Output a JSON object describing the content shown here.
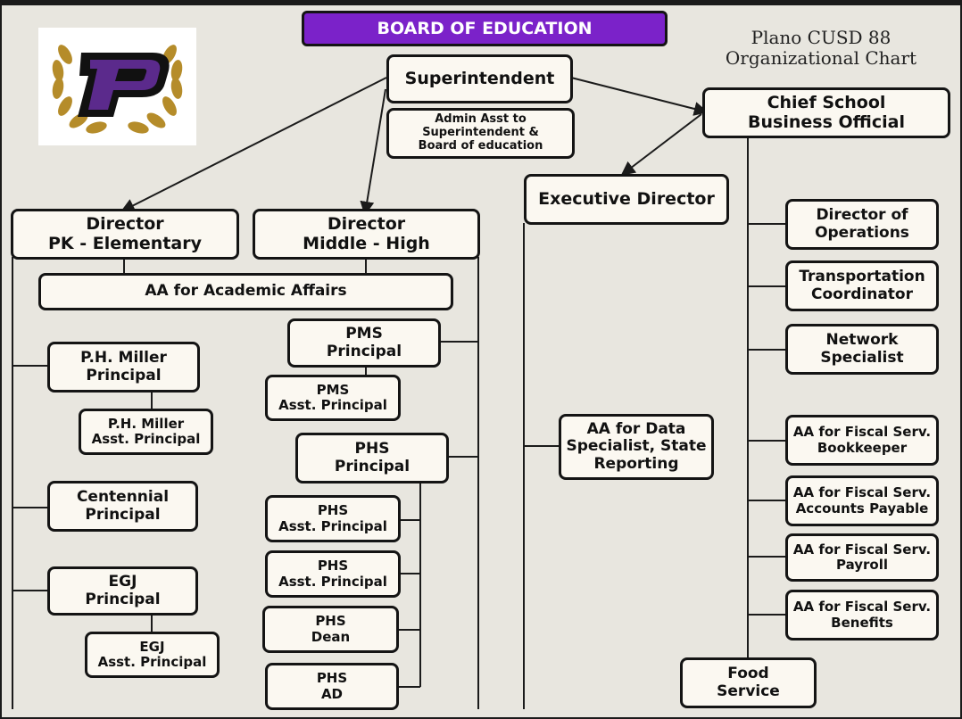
{
  "header": {
    "board": "BOARD OF EDUCATION",
    "title": "Plano CUSD 88\nOrganizational Chart"
  },
  "logo": {
    "icon": "plano-p-laurel-logo",
    "letter": "P",
    "colors": {
      "purple": "#5b2a8c",
      "gold": "#b58c2a"
    }
  },
  "colors": {
    "board_fill": "#7b22c9",
    "box_fill": "#fbf8f1",
    "border": "#141414",
    "background": "#e8e6df"
  },
  "boxes": {
    "superintendent": "Superintendent",
    "admin_asst": "Admin Asst to\nSuperintendent &\nBoard of education",
    "csbo": "Chief School\nBusiness Official",
    "exec_director": "Executive Director",
    "director_pk": "Director\nPK - Elementary",
    "director_mh": "Director\nMiddle - High",
    "aa_academic": "AA for Academic Affairs",
    "ph_miller_principal": "P.H. Miller\nPrincipal",
    "ph_miller_asst": "P.H. Miller\nAsst. Principal",
    "centennial_principal": "Centennial\nPrincipal",
    "egj_principal": "EGJ\nPrincipal",
    "egj_asst": "EGJ\nAsst. Principal",
    "pms_principal": "PMS\nPrincipal",
    "pms_asst": "PMS\nAsst. Principal",
    "phs_principal": "PHS\nPrincipal",
    "phs_asst_1": "PHS\nAsst. Principal",
    "phs_asst_2": "PHS\nAsst. Principal",
    "phs_dean": "PHS\nDean",
    "phs_ad": "PHS\nAD",
    "aa_data": "AA for Data\nSpecialist, State\nReporting",
    "dir_operations": "Director of\nOperations",
    "transportation": "Transportation\nCoordinator",
    "network": "Network\nSpecialist",
    "aa_bookkeeper": "AA for Fiscal Serv.\nBookkeeper",
    "aa_accounts_payable": "AA for Fiscal Serv.\nAccounts Payable",
    "aa_payroll": "AA for Fiscal Serv.\nPayroll",
    "aa_benefits": "AA for Fiscal Serv.\nBenefits",
    "food_service": "Food\nService"
  }
}
